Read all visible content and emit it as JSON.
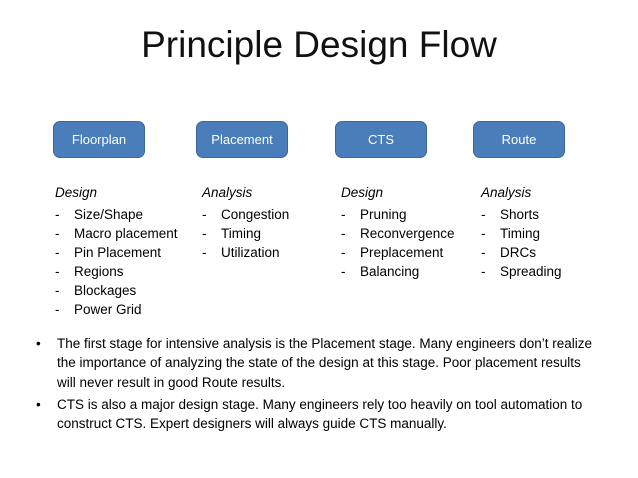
{
  "slide": {
    "title": "Principle Design Flow",
    "background_color": "#ffffff",
    "accent_color": "#4a7ebb",
    "accent_border_color": "#3c6699"
  },
  "stages": [
    {
      "label": "Floorplan"
    },
    {
      "label": "Placement"
    },
    {
      "label": "CTS"
    },
    {
      "label": "Route"
    }
  ],
  "columns": [
    {
      "heading": "Design",
      "bullet_marker": "-",
      "items": [
        "Size/Shape",
        "Macro placement",
        "Pin Placement",
        "Regions",
        "Blockages",
        "Power Grid"
      ]
    },
    {
      "heading": "Analysis",
      "bullet_marker": "-",
      "items": [
        "Congestion",
        "Timing",
        "Utilization"
      ]
    },
    {
      "heading": "Design",
      "bullet_marker": "-",
      "items": [
        "Pruning",
        "Reconvergence",
        "Preplacement",
        "Balancing"
      ]
    },
    {
      "heading": "Analysis",
      "bullet_marker": "-",
      "items": [
        "Shorts",
        "Timing",
        "DRCs",
        "Spreading"
      ]
    }
  ],
  "notes": {
    "bullet_marker": "•",
    "items": [
      "The first stage for intensive analysis is the Placement stage.  Many engineers don’t realize the importance of analyzing the state of the design at this stage.  Poor placement results will never result in good Route results.",
      "CTS is also a major design stage.  Many engineers rely too heavily on tool automation to construct CTS.  Expert designers will always guide CTS manually."
    ]
  }
}
